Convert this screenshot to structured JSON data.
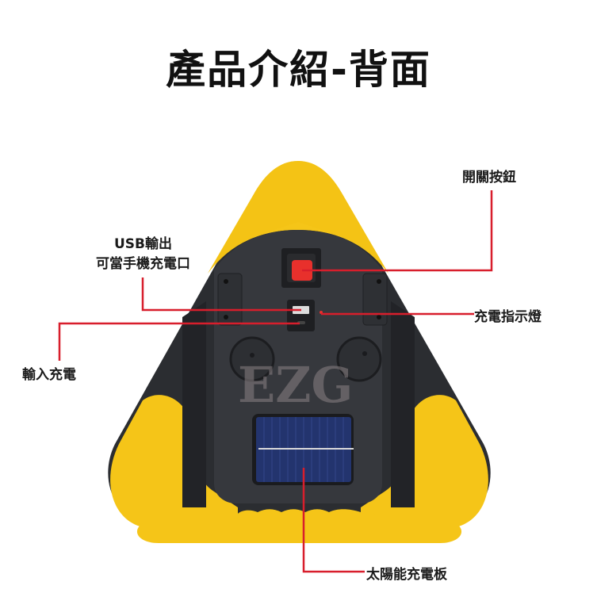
{
  "title": "產品介紹-背面",
  "watermark": "EZG",
  "colors": {
    "accent_line": "#d81e2c",
    "body_yellow": "#f5c518",
    "body_dark": "#2b2d31",
    "panel_dark": "#36383d",
    "switch_red": "#e8302c",
    "solar_blue": "#23346e"
  },
  "callouts": {
    "power_switch": "開關按鈕",
    "usb_output_line1": "USB輸出",
    "usb_output_line2": "可當手機充電口",
    "charge_indicator": "充電指示燈",
    "input_charge": "輸入充電",
    "solar_panel": "太陽能充電板"
  }
}
